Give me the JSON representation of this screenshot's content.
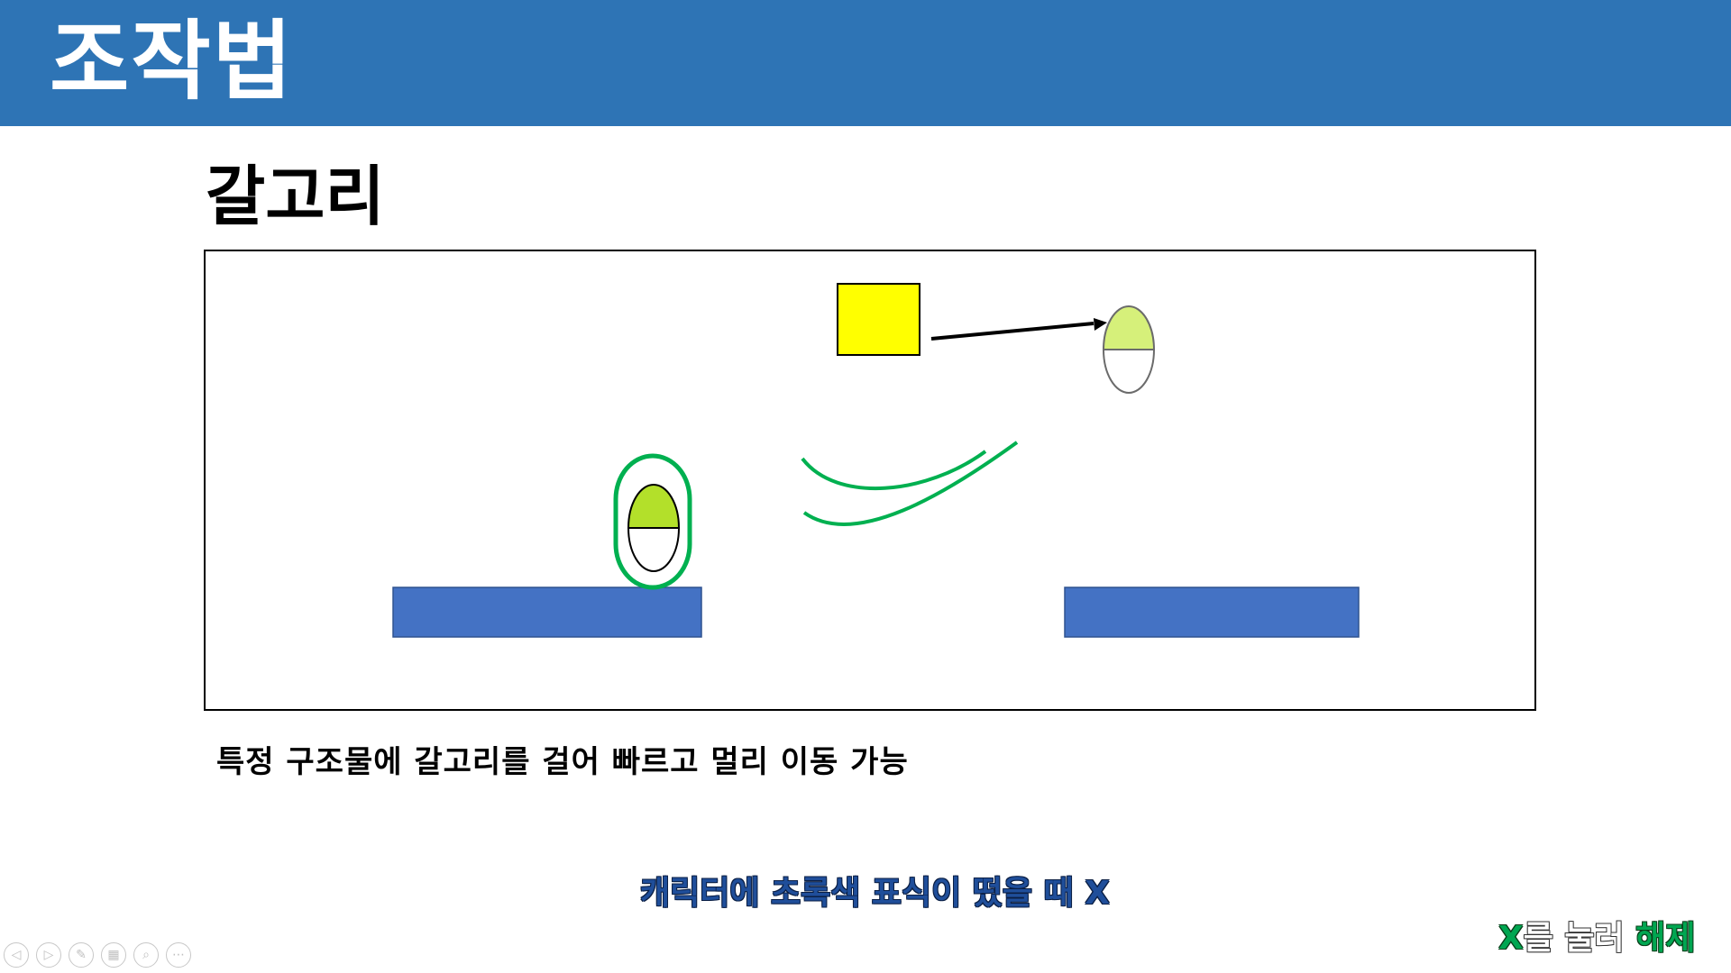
{
  "slide": {
    "title": "조작법",
    "section_heading": "갈고리",
    "description": "특정 구조물에 갈고리를 걸어 빠르고 멀리 이동 가능",
    "hint": "캐릭터에 초록색 표식이 떴을 때 X",
    "cancel_hint": {
      "key": "X",
      "middle": "를 눌러",
      "action": "해제"
    }
  },
  "colors": {
    "title_bar": "#2e74b5",
    "platform": "#4472c4",
    "anchor_block": "#ffff00",
    "marker_ring": "#00b050",
    "character_top_active": "#b3e02a",
    "character_top_target": "#d6f07a",
    "hint_text": "#1f4e9a",
    "cancel_text": "#00a651"
  },
  "toolbar": {
    "buttons": [
      "previous-icon",
      "next-icon",
      "pen-icon",
      "slides-grid-icon",
      "zoom-icon",
      "more-icon"
    ]
  }
}
